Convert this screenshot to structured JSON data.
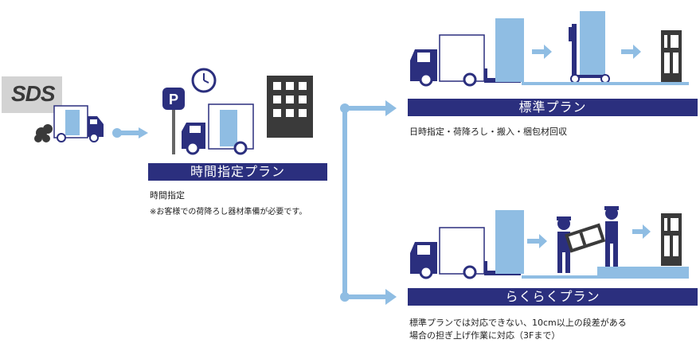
{
  "logo": {
    "text": "SDS"
  },
  "time_plan": {
    "title": "時間指定プラン",
    "desc": "時間指定",
    "note": "※お客様での荷降ろし器材準備が必要です。"
  },
  "standard_plan": {
    "title": "標準プラン",
    "desc": "日時指定・荷降ろし・搬入・梱包材回収"
  },
  "easy_plan": {
    "title": "らくらくプラン",
    "desc_line1": "標準プランでは対応できない、10cm以上の段差がある",
    "desc_line2": "場合の担ぎ上げ作業に対応（3Fまで）"
  },
  "icons": {
    "parking_sign": "P",
    "colors": {
      "navy": "#2b2f7e",
      "light_blue": "#8fbde3",
      "arrow": "#8fbde3",
      "gray": "#d3d3d3",
      "building": "#3a3a3a"
    }
  }
}
